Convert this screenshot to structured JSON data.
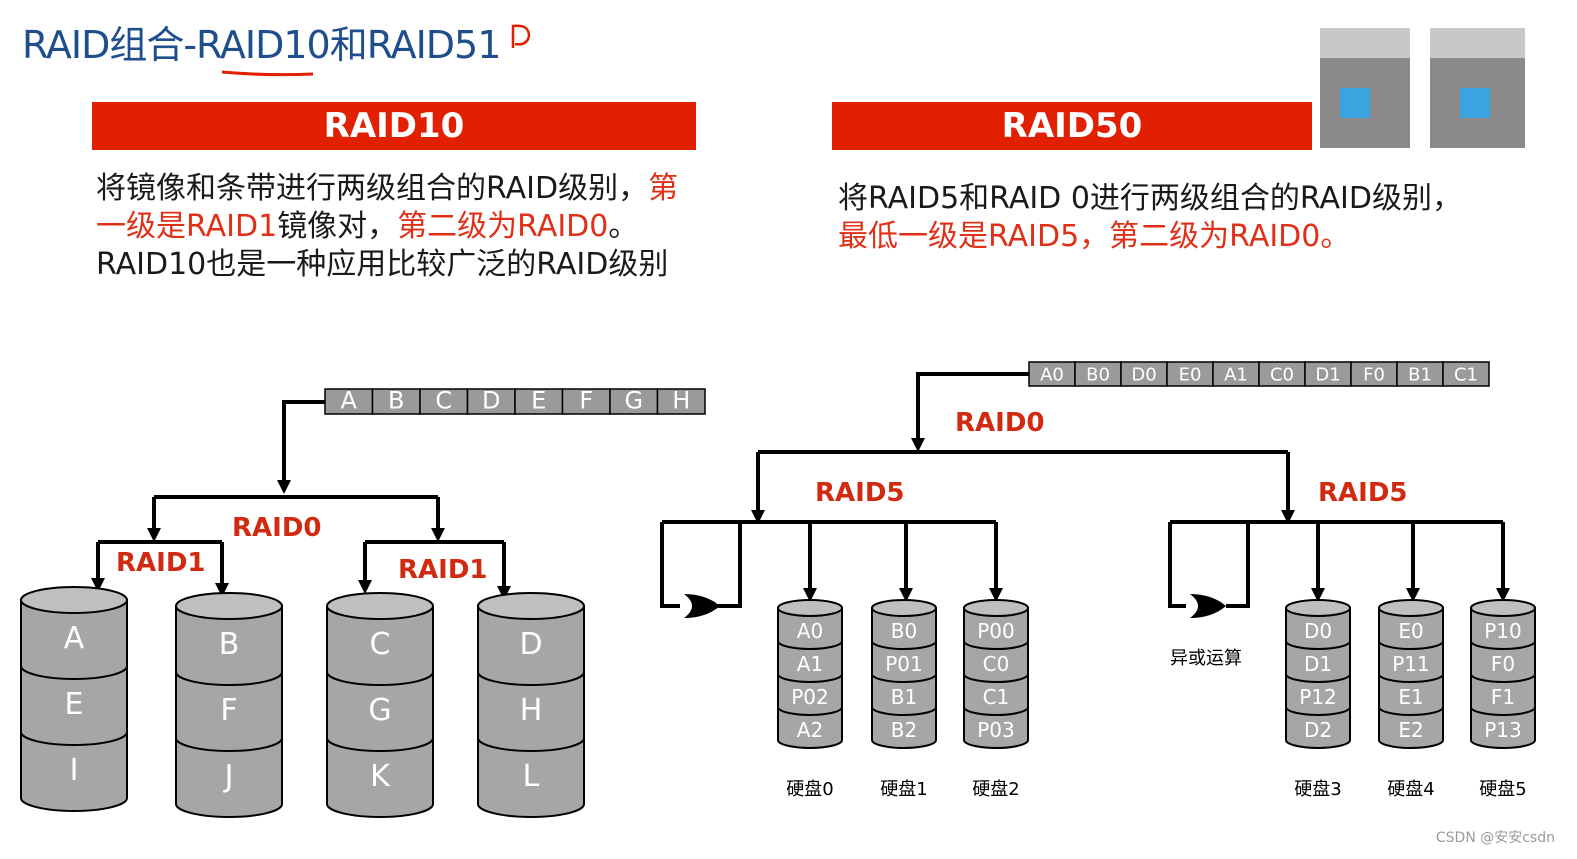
{
  "title": "RAID组合-RAID10和RAID51",
  "raid10": {
    "banner": "RAID10",
    "desc_l1_black": "将镜像和条带进行两级组合的RAID级别，",
    "desc_l1_red": "第",
    "desc_l2_red_a": "一级是RAID1",
    "desc_l2_black": "镜像对，",
    "desc_l2_red_b": "第二级为RAID0",
    "desc_l2_end": "。",
    "desc_l3": "RAID10也是一种应用比较广泛的RAID级别",
    "stripe": [
      "A",
      "B",
      "C",
      "D",
      "E",
      "F",
      "G",
      "H"
    ],
    "label_raid0": "RAID0",
    "label_raid1_left": "RAID1",
    "label_raid1_right": "RAID1",
    "disks": [
      [
        "A",
        "E",
        "I"
      ],
      [
        "B",
        "F",
        "J"
      ],
      [
        "C",
        "G",
        "K"
      ],
      [
        "D",
        "H",
        "L"
      ]
    ]
  },
  "raid50": {
    "banner": "RAID50",
    "desc_l1": "将RAID5和RAID 0进行两级组合的RAID级别，",
    "desc_l2": "最低一级是RAID5，第二级为RAID0。",
    "stripe": [
      "A0",
      "B0",
      "D0",
      "E0",
      "A1",
      "C0",
      "D1",
      "F0",
      "B1",
      "C1"
    ],
    "label_raid0": "RAID0",
    "label_raid5_left": "RAID5",
    "label_raid5_right": "RAID5",
    "xor_label": "异或运算",
    "disks": [
      {
        "name": "硬盘0",
        "blocks": [
          "A0",
          "A1",
          "P02",
          "A2"
        ]
      },
      {
        "name": "硬盘1",
        "blocks": [
          "B0",
          "P01",
          "B1",
          "B2"
        ]
      },
      {
        "name": "硬盘2",
        "blocks": [
          "P00",
          "C0",
          "C1",
          "P03"
        ]
      },
      {
        "name": "硬盘3",
        "blocks": [
          "D0",
          "D1",
          "P12",
          "D2"
        ]
      },
      {
        "name": "硬盘4",
        "blocks": [
          "E0",
          "P11",
          "E1",
          "E2"
        ]
      },
      {
        "name": "硬盘5",
        "blocks": [
          "P10",
          "F0",
          "F1",
          "P13"
        ]
      }
    ]
  },
  "watermark": "CSDN @安安csdn",
  "colors": {
    "banner": "#e02000",
    "accent_red": "#d02a10",
    "title": "#1f4e8c",
    "disk": "#a6a6a6"
  }
}
